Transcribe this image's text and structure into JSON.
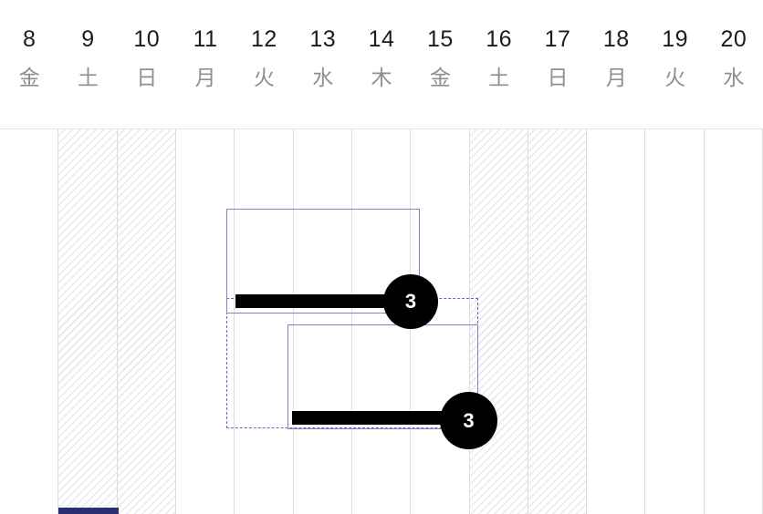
{
  "header": {
    "days": [
      {
        "date": "8",
        "weekday": "金",
        "weekend": false
      },
      {
        "date": "9",
        "weekday": "土",
        "weekend": true
      },
      {
        "date": "10",
        "weekday": "日",
        "weekend": true
      },
      {
        "date": "11",
        "weekday": "月",
        "weekend": false
      },
      {
        "date": "12",
        "weekday": "火",
        "weekend": false
      },
      {
        "date": "13",
        "weekday": "水",
        "weekend": false
      },
      {
        "date": "14",
        "weekday": "木",
        "weekend": false
      },
      {
        "date": "15",
        "weekday": "金",
        "weekend": false
      },
      {
        "date": "16",
        "weekday": "土",
        "weekend": true
      },
      {
        "date": "17",
        "weekday": "日",
        "weekend": true
      },
      {
        "date": "18",
        "weekday": "月",
        "weekend": false
      },
      {
        "date": "19",
        "weekday": "火",
        "weekend": false
      },
      {
        "date": "20",
        "weekday": "水",
        "weekend": false
      }
    ]
  },
  "tasks": [
    {
      "id": "task-1",
      "badge": "3"
    },
    {
      "id": "task-2",
      "badge": "3"
    }
  ],
  "colors": {
    "task_border": "#8582c8",
    "drag_ghost_border": "#6c66c9",
    "progress_bar": "#000000",
    "badge_bg": "#000000",
    "badge_text": "#ffffff",
    "grid_line": "#dcdcdc",
    "weekend_hatch": "#e9e7ec",
    "partial_bar": "#2b3070",
    "date_text": "#1c1c1c",
    "weekday_text": "#8f8f8f"
  }
}
